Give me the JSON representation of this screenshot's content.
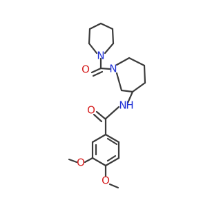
{
  "molecule": {
    "colors": {
      "bond": "#3b3b3b",
      "nitrogen": "#1f31d6",
      "oxygen": "#d62020",
      "background": "#ffffff"
    },
    "atom_labels": {
      "pyrrolidine_n": "N",
      "carbonyl_o_top": "O",
      "piperidine_n": "N",
      "amide_n": "N",
      "amide_h": "H",
      "amide_o": "O",
      "methoxy_o_left": "O",
      "methoxy_o_bottom": "O"
    }
  }
}
